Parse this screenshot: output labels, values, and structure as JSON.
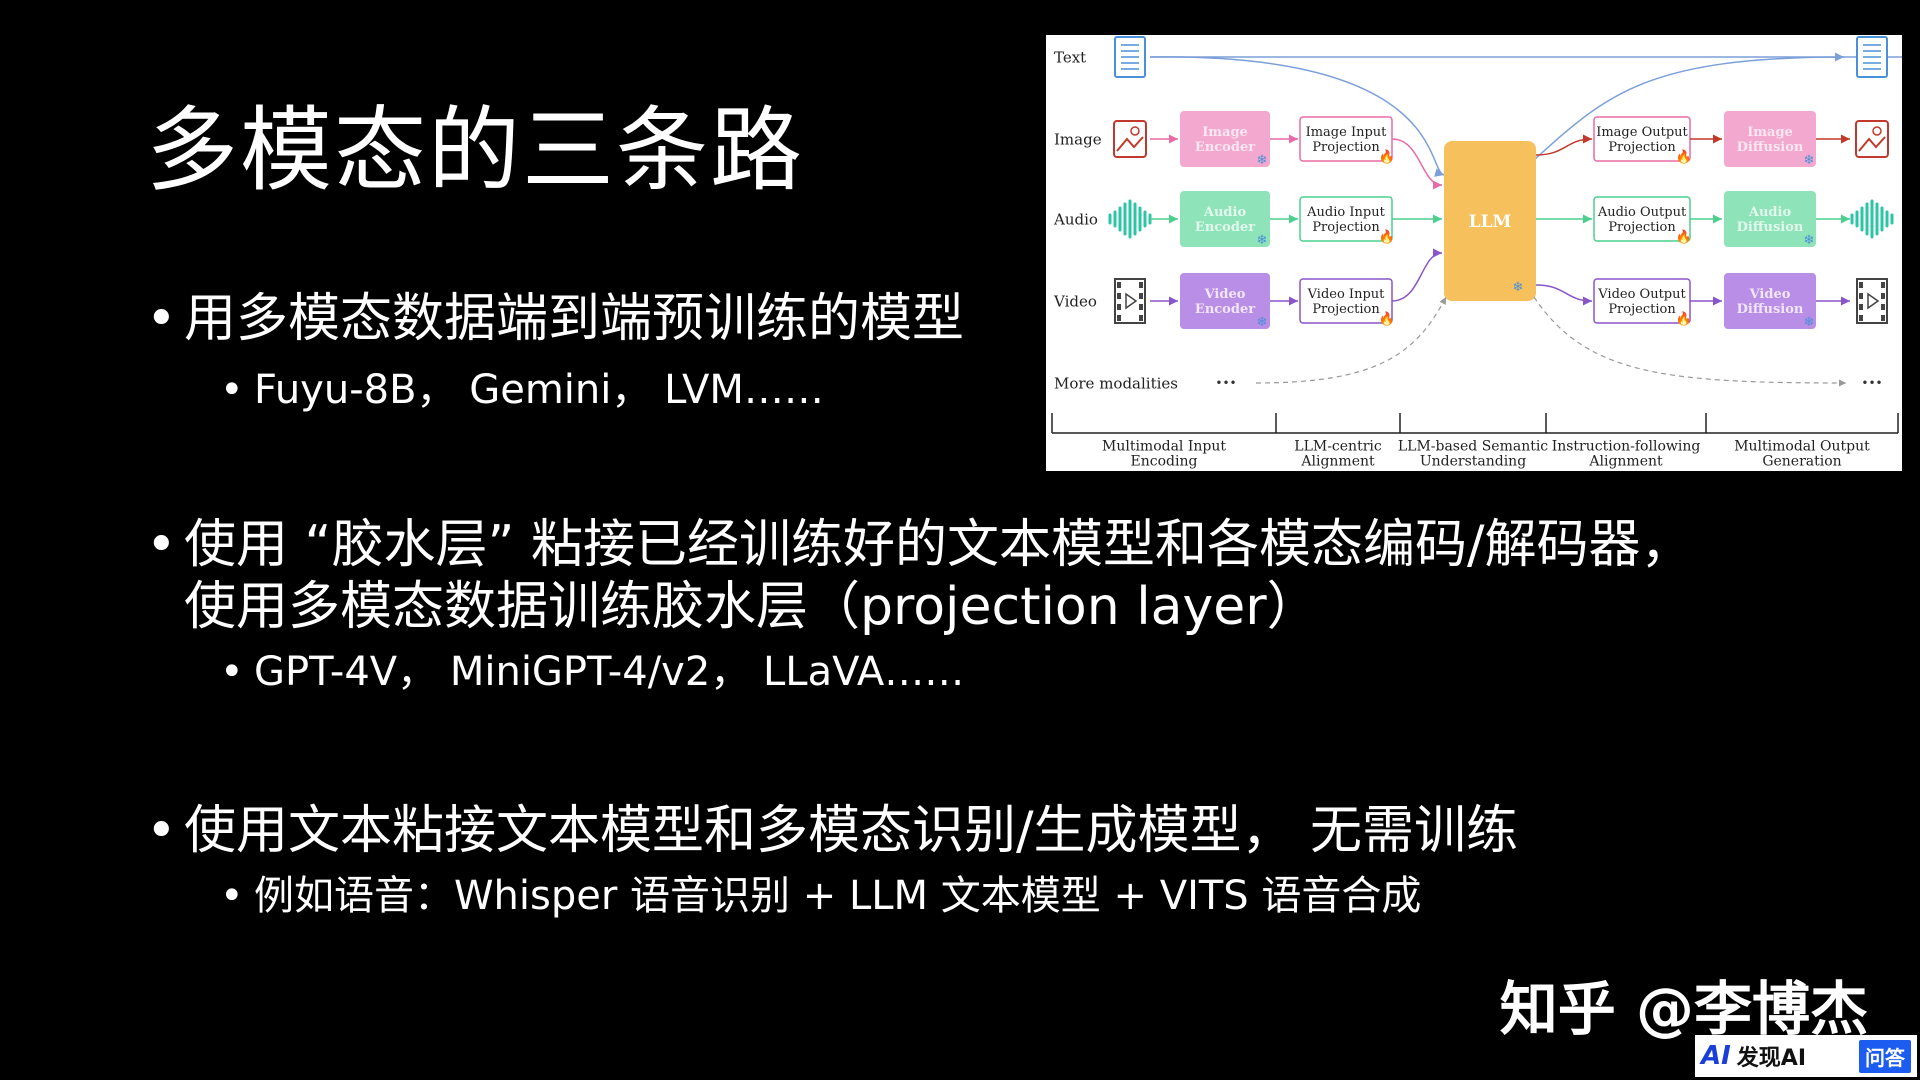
{
  "slide": {
    "title": "多模态的三条路",
    "bullets": [
      {
        "text": "用多模态数据端到端预训练的模型",
        "sub": "Fuyu-8B， Gemini， LVM……"
      },
      {
        "line1": "使用 “胶水层” 粘接已经训练好的文本模型和各模态编码/解码器，",
        "line2": "使用多模态数据训练胶水层（projection layer）",
        "sub": "GPT-4V， MiniGPT-4/v2， LLaVA……"
      },
      {
        "text": "使用文本粘接文本模型和多模态识别/生成模型， 无需训练",
        "sub": "例如语音：Whisper 语音识别 + LLM 文本模型  + VITS 语音合成"
      }
    ],
    "watermark": "知乎 @李博杰",
    "badge": {
      "logo": "AI",
      "text": "发现AI",
      "button": "问答"
    }
  },
  "diagram": {
    "rows": [
      "Text",
      "Image",
      "Audio",
      "Video",
      "More modalities"
    ],
    "encoders": [
      "Image\nEncoder",
      "Audio\nEncoder",
      "Video\nEncoder"
    ],
    "input_proj": [
      "Image Input\nProjection",
      "Audio Input\nProjection",
      "Video Input\nProjection"
    ],
    "llm": "LLM",
    "output_proj": [
      "Image Output\nProjection",
      "Audio Output\nProjection",
      "Video Output\nProjection"
    ],
    "diffusers": [
      "Image\nDiffusion",
      "Audio\nDiffusion",
      "Video\nDiffusion"
    ],
    "ellipsis": "•••",
    "stages": [
      "Multimodal Input\nEncoding",
      "LLM-centric\nAlignment",
      "LLM-based Semantic\nUnderstanding",
      "Instruction-following\nAlignment",
      "Multimodal Output\nGeneration"
    ],
    "colors": {
      "image": "#f3a9cf",
      "image_text": "#fde7f2",
      "image_line": "#e86aa6",
      "audio": "#8fe3b8",
      "audio_text": "#e2faee",
      "audio_line": "#4ccf8e",
      "video": "#b98ee6",
      "video_text": "#f1e6fb",
      "video_line": "#8a55c9",
      "llm": "#f6c15c",
      "text_line": "#7b9fd9",
      "out_image_line": "#c0392b",
      "icon_blue": "#4a90d9",
      "icon_red": "#c0392b",
      "icon_teal": "#2ec4a6"
    }
  }
}
